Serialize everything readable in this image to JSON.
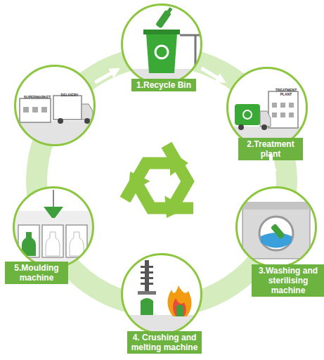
{
  "diagram": {
    "nodes": [
      {
        "text": [
          "1.Recycle Bin"
        ]
      },
      {
        "text": [
          "2.Treatment plant",
          "TREATMENT PLANT"
        ]
      },
      {
        "text": [
          "3.Washing and sterilising machine"
        ]
      },
      {
        "text": [
          "4. Crushing and melting machine"
        ]
      },
      {
        "text": [
          "5.Moulding machine"
        ]
      },
      {
        "text": [
          "SUPERMARKET",
          "DELIVERY"
        ]
      }
    ],
    "edges": [
      {
        "from": 0,
        "to": 1,
        "arrow": "to"
      },
      {
        "from": 1,
        "to": 2,
        "arrow": "to"
      },
      {
        "from": 2,
        "to": 3,
        "arrow": "to"
      },
      {
        "from": 3,
        "to": 4,
        "arrow": "to"
      },
      {
        "from": 4,
        "to": 5,
        "arrow": "to"
      },
      {
        "from": 5,
        "to": 0,
        "arrow": "to"
      }
    ]
  }
}
